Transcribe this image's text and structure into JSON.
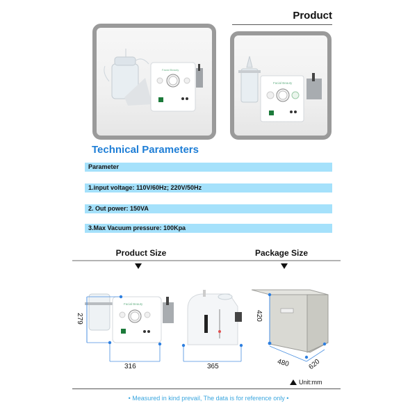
{
  "header": {
    "title": "Product"
  },
  "product_images": [
    {
      "name": "machine-angled-view"
    },
    {
      "name": "machine-front-view"
    }
  ],
  "technical": {
    "title": "Technical Parameters",
    "rows": [
      "Parameter",
      "1.input voltage: 110V/60Hz; 220V/50Hz",
      "2. Out power: 150VA",
      "3.Max Vacuum pressure: 100Kpa"
    ]
  },
  "sizes": {
    "product_label": "Product Size",
    "package_label": "Package Size",
    "product_height": "279",
    "product_width": "316",
    "product_depth": "365",
    "package_height": "420",
    "package_width": "480",
    "package_depth": "620",
    "unit": "Unit:mm"
  },
  "footnote": "Measured in kind prevail, The data is for reference only",
  "colors": {
    "accent_blue": "#1e7ed6",
    "bar_blue": "#a5e1fb",
    "note_blue": "#3aa6df",
    "frame_gray": "#9a9a9a"
  }
}
